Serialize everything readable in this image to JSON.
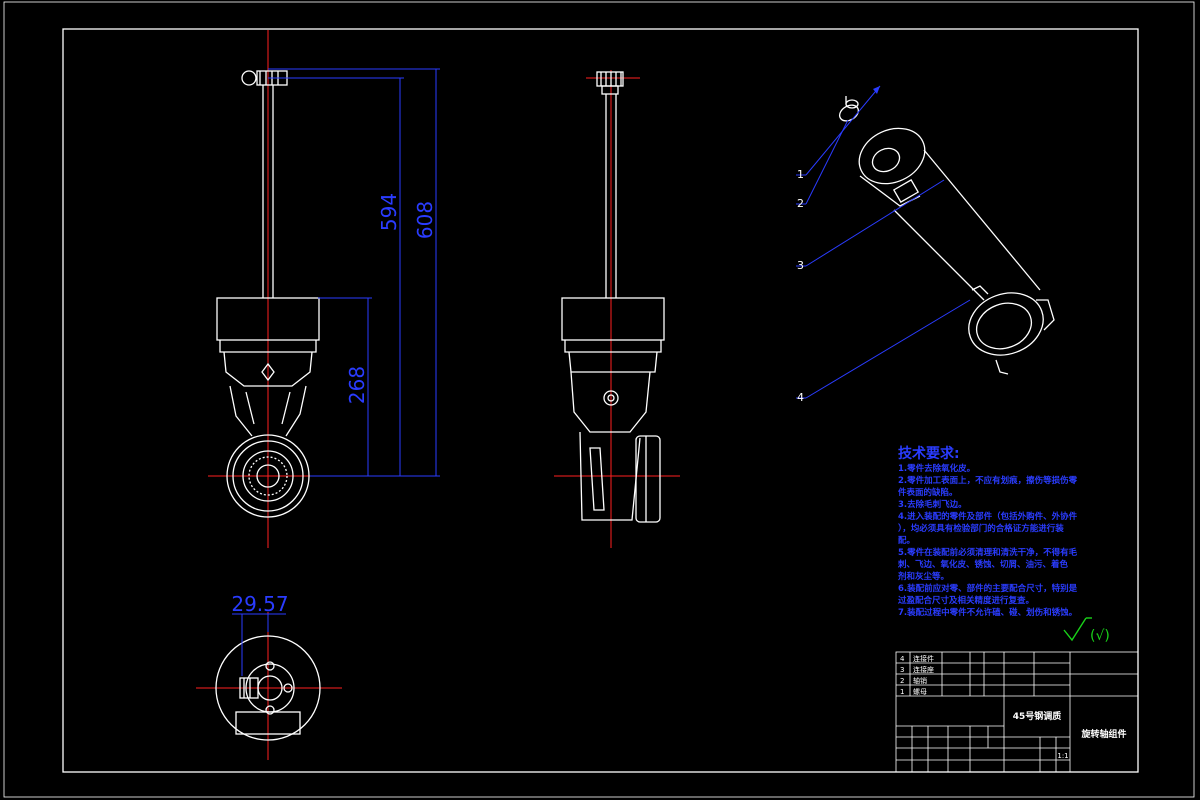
{
  "dimensions": {
    "d608": "608",
    "d594": "594",
    "d268": "268",
    "d2957": "29.57"
  },
  "callouts": [
    "1",
    "2",
    "3",
    "4"
  ],
  "tech_requirements": {
    "title": "技术要求:",
    "lines": [
      "1.零件去除氧化皮。",
      "2.零件加工表面上，不应有划痕，擦伤等损伤零",
      "件表面的缺陷。",
      "3.去除毛刺飞边。",
      "4.进入装配的零件及部件（包括外购件、外协件",
      "），均必须具有检验部门的合格证方能进行装",
      "配。",
      "5.零件在装配前必须清理和清洗干净，不得有毛",
      "刺、飞边、氧化皮、锈蚀、切屑、油污、着色",
      "剂和灰尘等。",
      "6.装配前应对零、部件的主要配合尺寸，特别是",
      "过盈配合尺寸及相关精度进行复查。",
      "7.装配过程中零件不允许磕、碰、划伤和锈蚀。"
    ]
  },
  "roughness": "(√)",
  "title_block": {
    "parts": [
      {
        "no": "4",
        "name": "连接件"
      },
      {
        "no": "3",
        "name": "连接座"
      },
      {
        "no": "2",
        "name": "轴销"
      },
      {
        "no": "1",
        "name": "螺母"
      }
    ],
    "material": "45号钢调质",
    "drawing_name": "旋转轴组件",
    "scale": "1:1"
  },
  "colors": {
    "outline": "#ffffff",
    "centerline": "#ff2020",
    "dimension": "#2a3cff",
    "roughness": "#19d219"
  }
}
